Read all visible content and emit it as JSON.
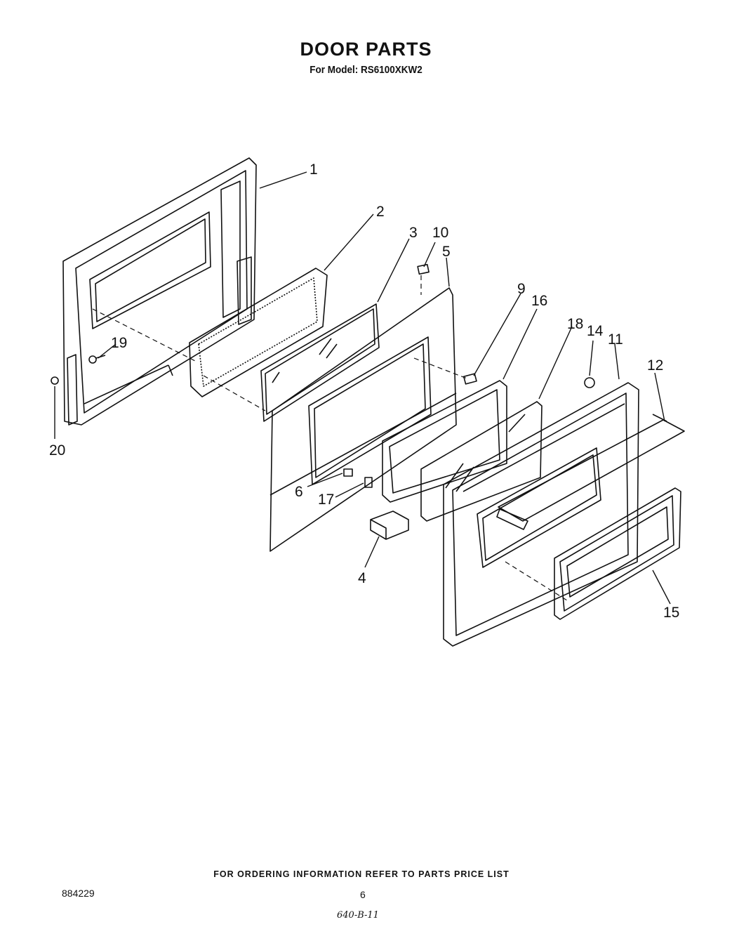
{
  "header": {
    "title": "DOOR PARTS",
    "subtitle": "For Model: RS6100XKW2"
  },
  "callouts": [
    "1",
    "2",
    "3",
    "10",
    "5",
    "9",
    "16",
    "18",
    "14",
    "11",
    "12",
    "19",
    "20",
    "6",
    "17",
    "4",
    "15"
  ],
  "footer": {
    "ordering_note": "FOR ORDERING INFORMATION REFER TO PARTS PRICE LIST",
    "doc_number": "884229",
    "page_number": "6",
    "handwritten_note": "640-B-11"
  }
}
